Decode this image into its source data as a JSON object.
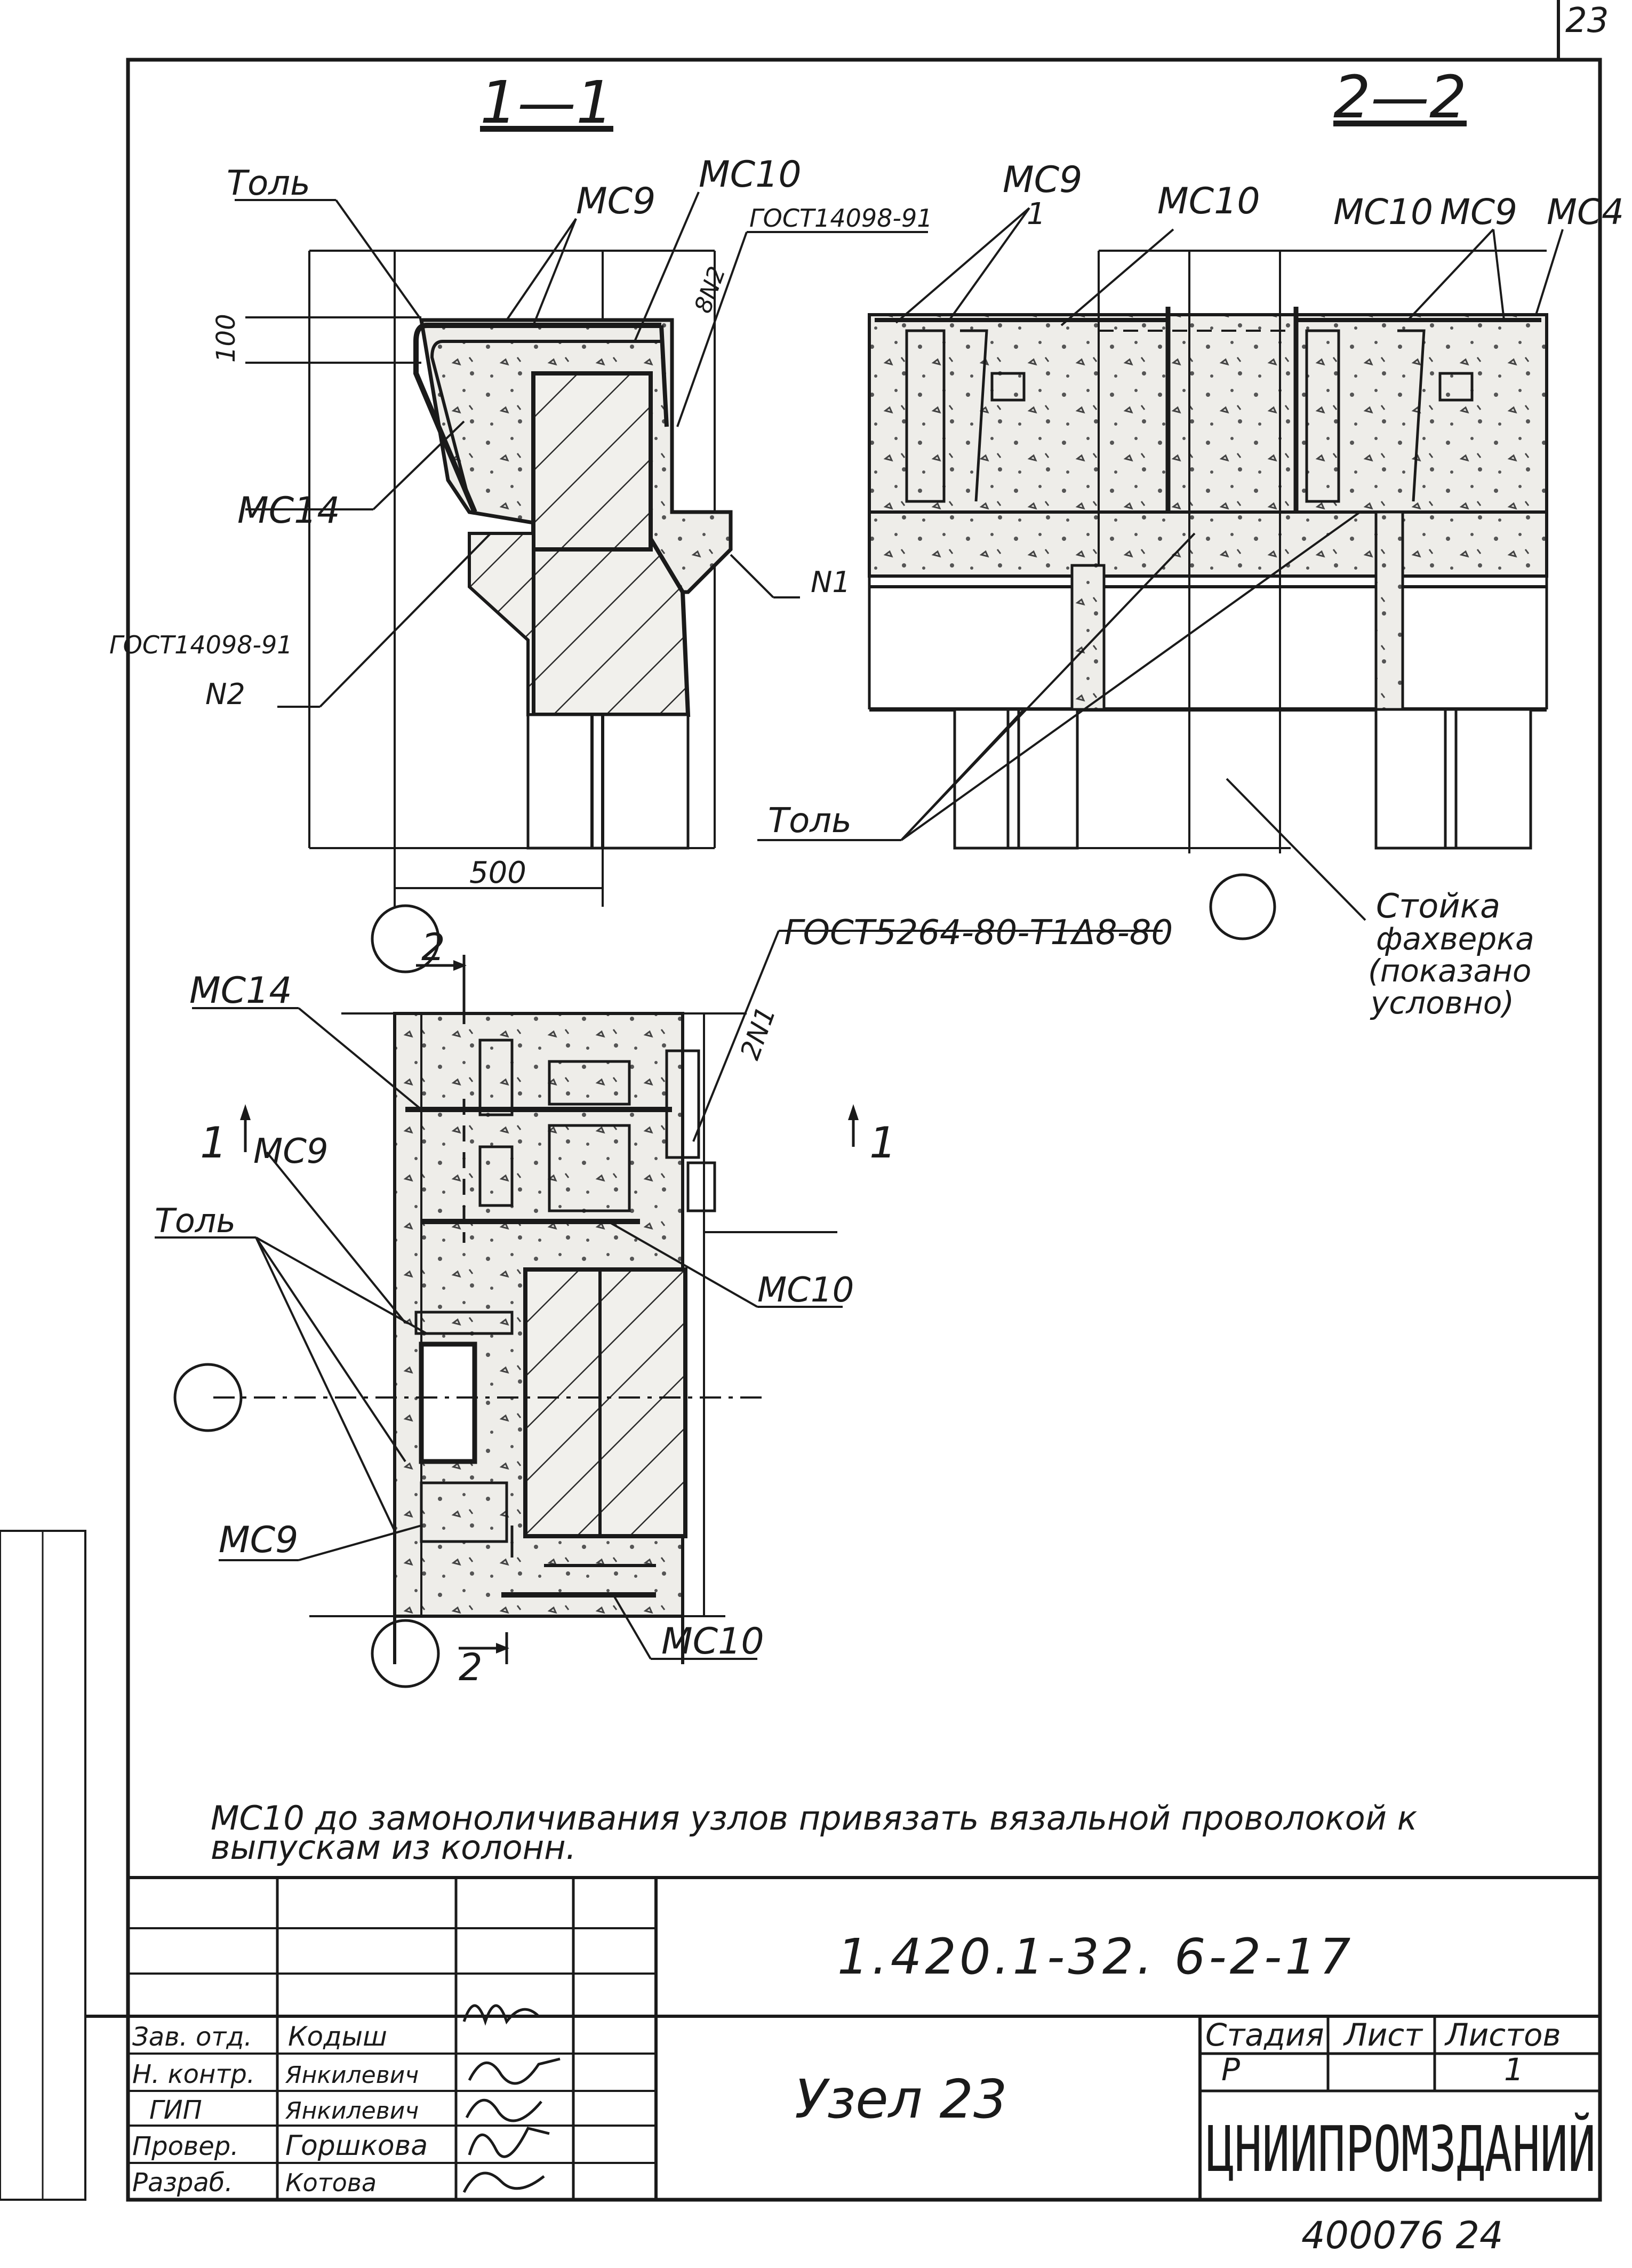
{
  "sheet": {
    "page_corner": "23",
    "archive_number": "400076 24"
  },
  "section_1": {
    "title": "1—1",
    "labels": {
      "tol": "Толь",
      "mc9": "МС9",
      "mc10": "МС10",
      "gost_top": "ГОСТ14098-91",
      "weld_top": "8N2",
      "dim_100": "100",
      "mc14": "МС14",
      "n1": "N1",
      "gost_left": "ГОСТ14098-91",
      "n2": "N2",
      "dim_500": "500"
    }
  },
  "section_2": {
    "title": "2—2",
    "labels": {
      "mc9_a": "МС9",
      "mark_1": "1",
      "mc10_a": "МС10",
      "mc10_b": "МС10",
      "mc9_b": "МС9",
      "mc4": "МС4",
      "tol": "Толь",
      "post": "Стойка фахверка (показано условно)",
      "post_line1": "Стойка",
      "post_line2": "фахверка",
      "post_line3": "(показано",
      "post_line4": "условно)"
    }
  },
  "plan": {
    "labels": {
      "gost_weld": "ГОСТ5264-80-Т1Δ8-80",
      "weld_n1": "2N1",
      "mc14": "МС14",
      "cut_1_left": "1",
      "cut_1_right": "1",
      "cut_2_top": "2",
      "cut_2_bottom": "2",
      "mc9_top": "МС9",
      "tol": "Толь",
      "mc10_right": "МС10",
      "mc9_bottom": "МС9",
      "mc10_bottom": "МС10"
    }
  },
  "note": {
    "line1": "МС10 до замоноличивания узлов привязать вязальной проволокой к",
    "line2": "выпускам из колонн."
  },
  "title_block": {
    "code": "1.420.1-32. 6-2-17",
    "node_title": "Узел 23",
    "org": "ЦНИИПРОМЗДАНИЙ",
    "stage_header": "Стадия",
    "sheet_header": "Лист",
    "sheets_header": "Листов",
    "stage_value": "Р",
    "sheets_value": "1",
    "roles": [
      {
        "role": "Зав. отд.",
        "name": "Кодыш"
      },
      {
        "role": "Н. контр.",
        "name": "Янкилевич"
      },
      {
        "role": "ГИП",
        "name": "Янкилевич"
      },
      {
        "role": "Провер.",
        "name": "Горшкова"
      },
      {
        "role": "Разраб.",
        "name": "Котова"
      }
    ]
  }
}
